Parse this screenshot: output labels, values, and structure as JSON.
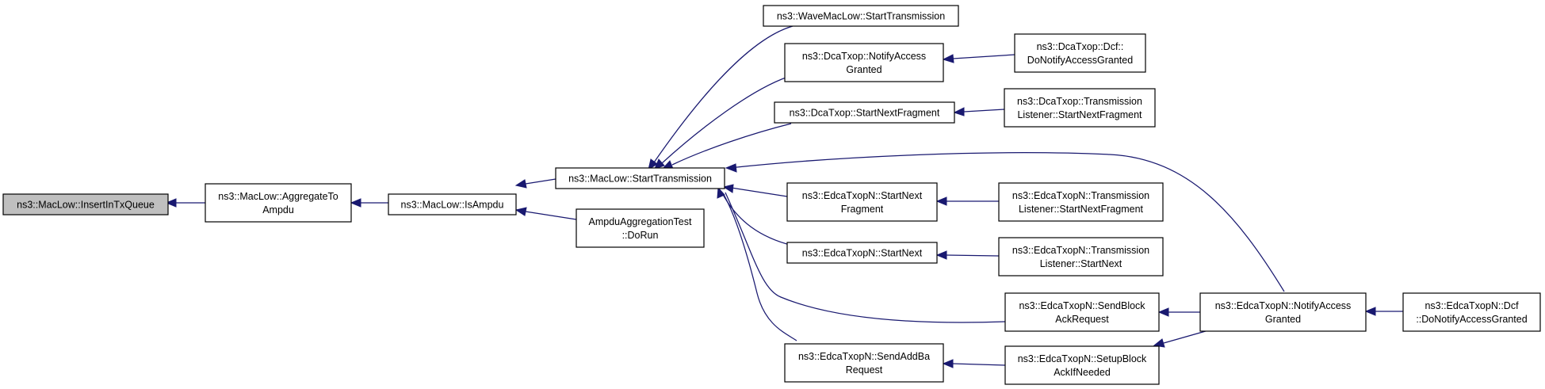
{
  "graph": {
    "nodes": [
      {
        "id": "insert_in_tx_queue",
        "lines": [
          "ns3::MacLow::InsertInTxQueue"
        ],
        "focus": true
      },
      {
        "id": "aggregate_to_ampdu",
        "lines": [
          "ns3::MacLow::AggregateTo",
          "Ampdu"
        ]
      },
      {
        "id": "is_ampdu",
        "lines": [
          "ns3::MacLow::IsAmpdu"
        ]
      },
      {
        "id": "start_transmission",
        "lines": [
          "ns3::MacLow::StartTransmission"
        ]
      },
      {
        "id": "ampdu_aggregation_test_do_run",
        "lines": [
          "AmpduAggregationTest",
          "::DoRun"
        ]
      },
      {
        "id": "wave_mac_low_start_transmission",
        "lines": [
          "ns3::WaveMacLow::StartTransmission"
        ]
      },
      {
        "id": "dca_txop_notify_access_granted",
        "lines": [
          "ns3::DcaTxop::NotifyAccess",
          "Granted"
        ]
      },
      {
        "id": "dca_txop_dcf_do_notify_access_granted",
        "lines": [
          "ns3::DcaTxop::Dcf::",
          "DoNotifyAccessGranted"
        ]
      },
      {
        "id": "dca_txop_start_next_fragment",
        "lines": [
          "ns3::DcaTxop::StartNextFragment"
        ]
      },
      {
        "id": "dca_txop_transmission_listener_start_next_fragment",
        "lines": [
          "ns3::DcaTxop::Transmission",
          "Listener::StartNextFragment"
        ]
      },
      {
        "id": "edca_start_next_fragment",
        "lines": [
          "ns3::EdcaTxopN::StartNext",
          "Fragment"
        ]
      },
      {
        "id": "edca_transmission_listener_start_next_fragment",
        "lines": [
          "ns3::EdcaTxopN::Transmission",
          "Listener::StartNextFragment"
        ]
      },
      {
        "id": "edca_start_next",
        "lines": [
          "ns3::EdcaTxopN::StartNext"
        ]
      },
      {
        "id": "edca_transmission_listener_start_next",
        "lines": [
          "ns3::EdcaTxopN::Transmission",
          "Listener::StartNext"
        ]
      },
      {
        "id": "edca_send_block_ack_request",
        "lines": [
          "ns3::EdcaTxopN::SendBlock",
          "AckRequest"
        ]
      },
      {
        "id": "edca_notify_access_granted",
        "lines": [
          "ns3::EdcaTxopN::NotifyAccess",
          "Granted"
        ]
      },
      {
        "id": "edca_dcf_do_notify_access_granted",
        "lines": [
          "ns3::EdcaTxopN::Dcf",
          "::DoNotifyAccessGranted"
        ]
      },
      {
        "id": "edca_send_add_ba_request",
        "lines": [
          "ns3::EdcaTxopN::SendAddBa",
          "Request"
        ]
      },
      {
        "id": "edca_setup_block_ack_if_needed",
        "lines": [
          "ns3::EdcaTxopN::SetupBlock",
          "AckIfNeeded"
        ]
      }
    ],
    "edges": [
      {
        "from": "aggregate_to_ampdu",
        "to": "insert_in_tx_queue"
      },
      {
        "from": "is_ampdu",
        "to": "aggregate_to_ampdu"
      },
      {
        "from": "start_transmission",
        "to": "is_ampdu"
      },
      {
        "from": "ampdu_aggregation_test_do_run",
        "to": "is_ampdu"
      },
      {
        "from": "wave_mac_low_start_transmission",
        "to": "start_transmission"
      },
      {
        "from": "dca_txop_notify_access_granted",
        "to": "start_transmission"
      },
      {
        "from": "dca_txop_start_next_fragment",
        "to": "start_transmission"
      },
      {
        "from": "edca_notify_access_granted",
        "to": "start_transmission"
      },
      {
        "from": "edca_start_next_fragment",
        "to": "start_transmission"
      },
      {
        "from": "edca_start_next",
        "to": "start_transmission"
      },
      {
        "from": "edca_send_block_ack_request",
        "to": "start_transmission"
      },
      {
        "from": "edca_send_add_ba_request",
        "to": "start_transmission"
      },
      {
        "from": "dca_txop_dcf_do_notify_access_granted",
        "to": "dca_txop_notify_access_granted"
      },
      {
        "from": "dca_txop_transmission_listener_start_next_fragment",
        "to": "dca_txop_start_next_fragment"
      },
      {
        "from": "edca_transmission_listener_start_next_fragment",
        "to": "edca_start_next_fragment"
      },
      {
        "from": "edca_transmission_listener_start_next",
        "to": "edca_start_next"
      },
      {
        "from": "edca_notify_access_granted",
        "to": "edca_send_block_ack_request"
      },
      {
        "from": "edca_notify_access_granted",
        "to": "edca_setup_block_ack_if_needed"
      },
      {
        "from": "edca_dcf_do_notify_access_granted",
        "to": "edca_notify_access_granted"
      },
      {
        "from": "edca_setup_block_ack_if_needed",
        "to": "edca_send_add_ba_request"
      }
    ]
  }
}
